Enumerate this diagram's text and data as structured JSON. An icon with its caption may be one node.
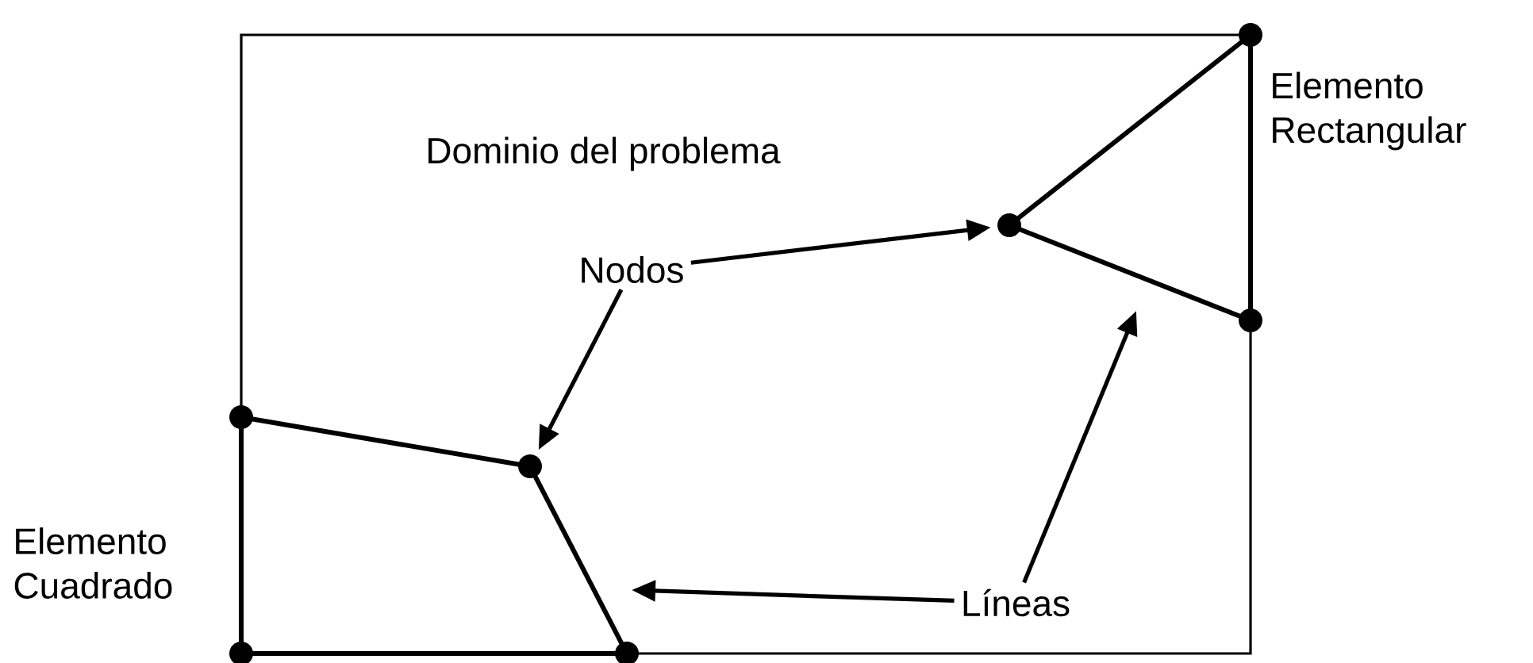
{
  "diagram": {
    "nodes": [
      {
        "text": [
          "Dominio del problema"
        ]
      },
      {
        "text": [],
        "shape": "circle"
      },
      {
        "text": [],
        "shape": "circle",
        "in": 0
      },
      {
        "text": [],
        "shape": "circle"
      },
      {
        "text": [],
        "shape": "circle"
      },
      {
        "text": [],
        "shape": "circle",
        "in": 0
      },
      {
        "text": [],
        "shape": "circle"
      },
      {
        "text": [],
        "shape": "circle"
      },
      {
        "text": [
          "Nodos"
        ],
        "in": 0
      },
      {
        "text": [
          "Líneas"
        ],
        "in": 0
      }
    ],
    "edges": [
      {
        "from": 1,
        "to": 2,
        "arrow": "none"
      },
      {
        "from": 2,
        "to": 3,
        "arrow": "none"
      },
      {
        "from": 1,
        "to": 3,
        "arrow": "none"
      },
      {
        "from": 4,
        "to": 5,
        "arrow": "none"
      },
      {
        "from": 5,
        "to": 7,
        "arrow": "none"
      },
      {
        "from": 4,
        "to": 6,
        "arrow": "none"
      },
      {
        "from": 6,
        "to": 7,
        "arrow": "none"
      },
      {
        "from": 8,
        "to": 2,
        "arrow": "to"
      },
      {
        "from": 8,
        "to": 5,
        "arrow": "to"
      },
      {
        "from": 9,
        "to": null,
        "arrow": "to"
      },
      {
        "from": 9,
        "to": null,
        "arrow": "to"
      }
    ],
    "labels": [
      "Elemento Rectangular",
      "Elemento Cuadrado"
    ]
  }
}
